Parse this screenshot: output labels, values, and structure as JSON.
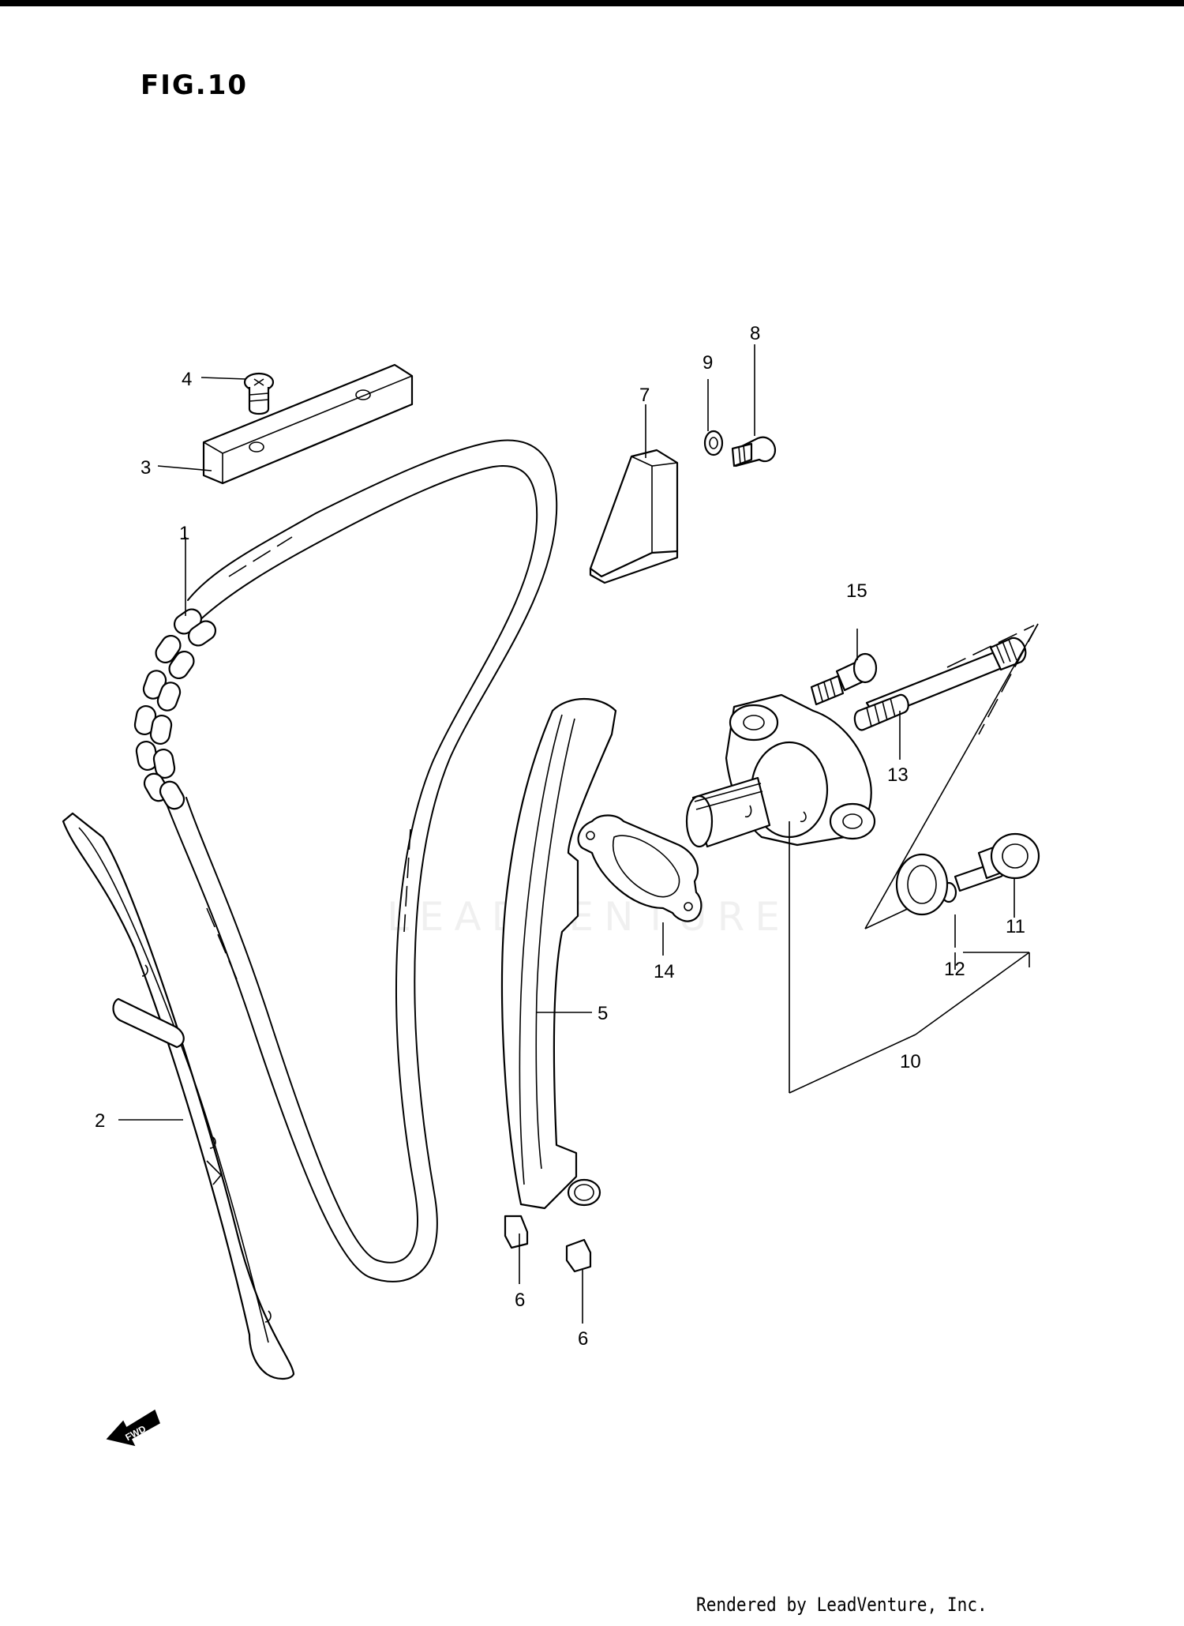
{
  "figure": {
    "title": "FIG.10"
  },
  "watermark": "LEADVENTURE",
  "fwd_label": "FWD",
  "footer": "Rendered by LeadVenture, Inc.",
  "callouts": [
    "1",
    "2",
    "3",
    "4",
    "5",
    "6",
    "6",
    "7",
    "8",
    "9",
    "10",
    "11",
    "12",
    "13",
    "14",
    "15"
  ]
}
